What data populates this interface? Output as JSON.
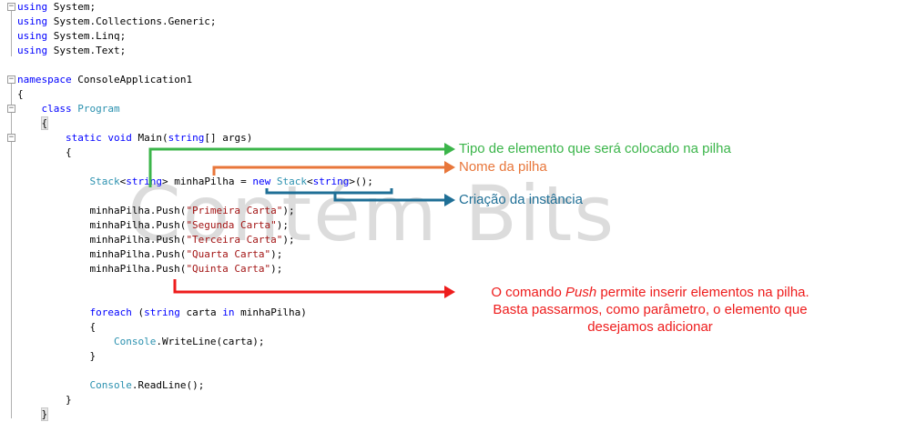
{
  "watermark": "Contém Bits",
  "code_lines": [
    [
      {
        "t": "kw",
        "v": "using"
      },
      {
        "t": "",
        "v": " System;"
      }
    ],
    [
      {
        "t": "kw",
        "v": "using"
      },
      {
        "t": "",
        "v": " System.Collections.Generic;"
      }
    ],
    [
      {
        "t": "kw",
        "v": "using"
      },
      {
        "t": "",
        "v": " System.Linq;"
      }
    ],
    [
      {
        "t": "kw",
        "v": "using"
      },
      {
        "t": "",
        "v": " System.Text;"
      }
    ],
    [],
    [
      {
        "t": "kw",
        "v": "namespace"
      },
      {
        "t": "",
        "v": " ConsoleApplication1"
      }
    ],
    [
      {
        "t": "",
        "v": "{"
      }
    ],
    [
      {
        "t": "",
        "v": "    "
      },
      {
        "t": "kw",
        "v": "class"
      },
      {
        "t": "",
        "v": " "
      },
      {
        "t": "ty",
        "v": "Program"
      }
    ],
    [
      {
        "t": "",
        "v": "    "
      },
      {
        "t": "hl",
        "v": "{"
      }
    ],
    [
      {
        "t": "",
        "v": "        "
      },
      {
        "t": "kw",
        "v": "static"
      },
      {
        "t": "",
        "v": " "
      },
      {
        "t": "kw",
        "v": "void"
      },
      {
        "t": "",
        "v": " Main("
      },
      {
        "t": "kw",
        "v": "string"
      },
      {
        "t": "",
        "v": "[] args)"
      }
    ],
    [
      {
        "t": "",
        "v": "        {"
      }
    ],
    [],
    [
      {
        "t": "",
        "v": "            "
      },
      {
        "t": "ty",
        "v": "Stack"
      },
      {
        "t": "",
        "v": "<"
      },
      {
        "t": "kw",
        "v": "string"
      },
      {
        "t": "",
        "v": "> minhaPilha = "
      },
      {
        "t": "kw",
        "v": "new"
      },
      {
        "t": "",
        "v": " "
      },
      {
        "t": "ty",
        "v": "Stack"
      },
      {
        "t": "",
        "v": "<"
      },
      {
        "t": "kw",
        "v": "string"
      },
      {
        "t": "",
        "v": ">();"
      }
    ],
    [],
    [
      {
        "t": "",
        "v": "            minhaPilha.Push("
      },
      {
        "t": "st",
        "v": "\"Primeira Carta\""
      },
      {
        "t": "",
        "v": ");"
      }
    ],
    [
      {
        "t": "",
        "v": "            minhaPilha.Push("
      },
      {
        "t": "st",
        "v": "\"Segunda Carta\""
      },
      {
        "t": "",
        "v": ");"
      }
    ],
    [
      {
        "t": "",
        "v": "            minhaPilha.Push("
      },
      {
        "t": "st",
        "v": "\"Terceira Carta\""
      },
      {
        "t": "",
        "v": ");"
      }
    ],
    [
      {
        "t": "",
        "v": "            minhaPilha.Push("
      },
      {
        "t": "st",
        "v": "\"Quarta Carta\""
      },
      {
        "t": "",
        "v": ");"
      }
    ],
    [
      {
        "t": "",
        "v": "            minhaPilha.Push("
      },
      {
        "t": "st",
        "v": "\"Quinta Carta\""
      },
      {
        "t": "",
        "v": ");"
      }
    ],
    [],
    [],
    [
      {
        "t": "",
        "v": "            "
      },
      {
        "t": "kw",
        "v": "foreach"
      },
      {
        "t": "",
        "v": " ("
      },
      {
        "t": "kw",
        "v": "string"
      },
      {
        "t": "",
        "v": " carta "
      },
      {
        "t": "kw",
        "v": "in"
      },
      {
        "t": "",
        "v": " minhaPilha)"
      }
    ],
    [
      {
        "t": "",
        "v": "            {"
      }
    ],
    [
      {
        "t": "",
        "v": "                "
      },
      {
        "t": "ty",
        "v": "Console"
      },
      {
        "t": "",
        "v": ".WriteLine(carta);"
      }
    ],
    [
      {
        "t": "",
        "v": "            }"
      }
    ],
    [],
    [
      {
        "t": "",
        "v": "            "
      },
      {
        "t": "ty",
        "v": "Console"
      },
      {
        "t": "",
        "v": ".ReadLine();"
      }
    ],
    [
      {
        "t": "",
        "v": "        }"
      }
    ],
    [
      {
        "t": "",
        "v": "    "
      },
      {
        "t": "hl",
        "v": "}"
      }
    ]
  ],
  "annotations": {
    "tipo": "Tipo de elemento que será colocado na pilha",
    "nome": "Nome da pilha",
    "criacao": "Criação da instância",
    "push_line1_pre": "O comando ",
    "push_line1_em": "Push",
    "push_line1_post": " permite inserir elementos na pilha.",
    "push_line2": "Basta passarmos, como parâmetro, o elemento que",
    "push_line3": "desejamos adicionar"
  },
  "colors": {
    "green": "#3bb54a",
    "orange": "#e8763a",
    "blue": "#1f6f96",
    "red": "#ee1c1c"
  }
}
